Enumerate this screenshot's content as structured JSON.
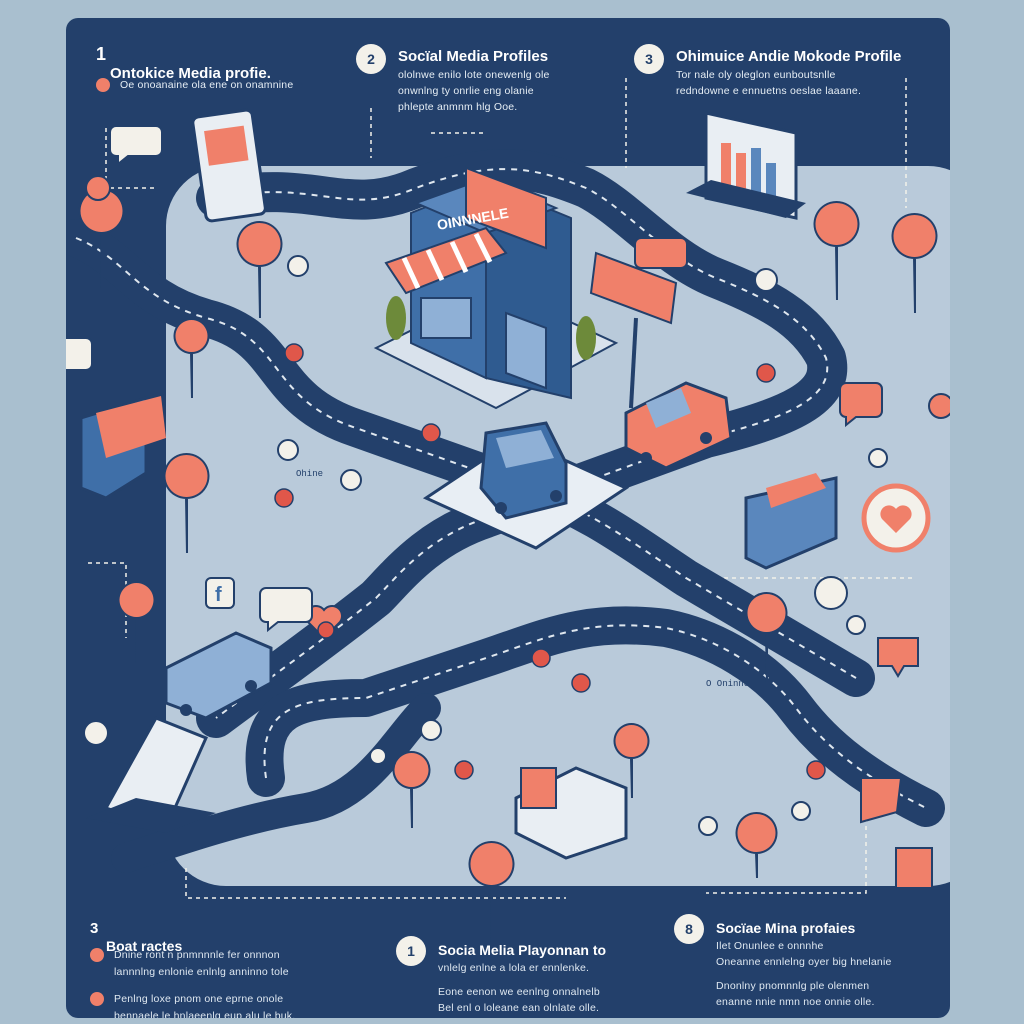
{
  "steps": {
    "s1": {
      "num": "1",
      "title": "Ontokice Media profie.",
      "lines": [
        "Oe onoanaine ola ene on onamnine"
      ]
    },
    "s2": {
      "num": "2",
      "title": "Socïal Media Profiles",
      "lines": [
        "ololnwe enilo lote onewenlg ole",
        "onwnlng ty onrlie eng olanie",
        "phlepte anmnm hlg Ooe."
      ]
    },
    "s3": {
      "num": "3",
      "title": "Ohimuice Andie Mokode Profile",
      "lines": [
        "Tor nale oly oleglon eunboutsnlle",
        "redndowne e ennuetns oeslae laaane."
      ]
    },
    "s4": {
      "num": "3",
      "title": "Boat ractes",
      "lines": [
        "Dnine ront n pnmnnnle fer onnnon",
        "lannnlng enlonie enlnlg anninno tole",
        "Penlng loxe pnom one eprne onole",
        "bennaele le hnlaeenlg eup alu le buk."
      ]
    },
    "s5": {
      "num": "1",
      "title": "Socia Melia Playonnan to",
      "lines": [
        "vnlelg enlne a lola er ennlenke.",
        "Eone eenon we eenlng onnalnelb",
        "Bel enl o loleane ean olnlate olle."
      ]
    },
    "s6": {
      "num": "8",
      "title": "Socïae Mina profaies",
      "lines": [
        "Ilet Onunlee e onnnhe",
        "Oneanne ennlelng oyer big hnelanie",
        "Dnonlny pnomnnlg ple olenmen",
        "enanne nnie nmn noe onnie olle."
      ]
    }
  },
  "store_sign": "OINNNELE",
  "road_labels": [
    "Ohine",
    "O Oninne"
  ],
  "colors": {
    "navy": "#23406b",
    "coral": "#f0806a",
    "ground": "#b9cada",
    "background": "#a9bfcf"
  },
  "icons": [
    "phone-icon",
    "monitor-chart-icon",
    "store-icon",
    "car-icon",
    "van-icon",
    "location-pin-icon",
    "heart-icon",
    "facebook-icon",
    "laptop-icon",
    "flower-icon",
    "lightbulb-icon",
    "chat-bubble-icon"
  ]
}
